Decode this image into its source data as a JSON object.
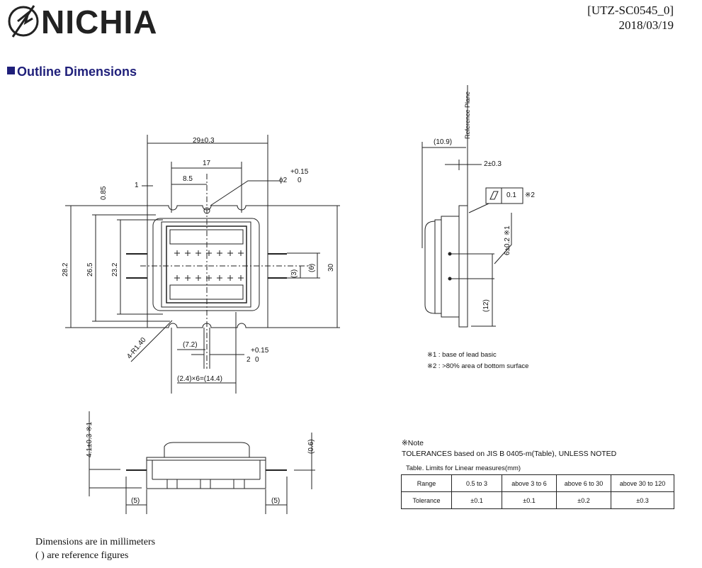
{
  "header": {
    "brand": "NICHIA",
    "doc_id": "[UTZ-SC0545_0]",
    "date": "2018/03/19",
    "section_title": "Outline Dimensions",
    "accent_color": "#1f1f7a"
  },
  "top_view": {
    "width_overall": "29±0.3",
    "hole_pitch": "17",
    "half_pitch": "8.5",
    "edge_offset": "1",
    "hole_offset": "0.85",
    "hole_diameter": "ϕ2",
    "hole_tol_upper": "+0.15",
    "hole_tol_lower": "0",
    "height_28": "28.2",
    "height_26": "26.5",
    "height_23": "23.2",
    "height_30": "30",
    "row_pitch_6": "(6)",
    "row_pitch_3": "(3)",
    "corner_radius": "4-R1.40",
    "offset_72": "(7.2)",
    "slot_width": "2",
    "slot_tol_upper": "+0.15",
    "slot_tol_lower": "0",
    "array_pitch": "(2.4)×6=(14.4)"
  },
  "side_view": {
    "reference_plane": "Reference Plane",
    "depth": "(10.9)",
    "plate_thickness": "2±0.3",
    "flatness_value": "0.1",
    "flatness_note": "※2",
    "lead_height": "6±0.2 ※1",
    "lead_base": "(12)",
    "note1": "※1 : base of lead basic",
    "note2": "※2 : >80% area of bottom surface"
  },
  "front_view": {
    "height": "4.1±0.3 ※1",
    "lead_thickness": "(0.6)",
    "lead_len_left": "(5)",
    "lead_len_right": "(5)"
  },
  "tolerances": {
    "note_label": "※Note",
    "title": "TOLERANCES based on JIS B 0405-m(Table), UNLESS NOTED",
    "caption": "Table. Limits for Linear measures(mm)",
    "rows": [
      [
        "Range",
        "0.5 to 3",
        "above 3 to 6",
        "above 6 to 30",
        "above 30 to 120"
      ],
      [
        "Tolerance",
        "±0.1",
        "±0.1",
        "±0.2",
        "±0.3"
      ]
    ]
  },
  "footer": {
    "line1": "Dimensions are in millimeters",
    "line2": "( ) are reference figures"
  }
}
